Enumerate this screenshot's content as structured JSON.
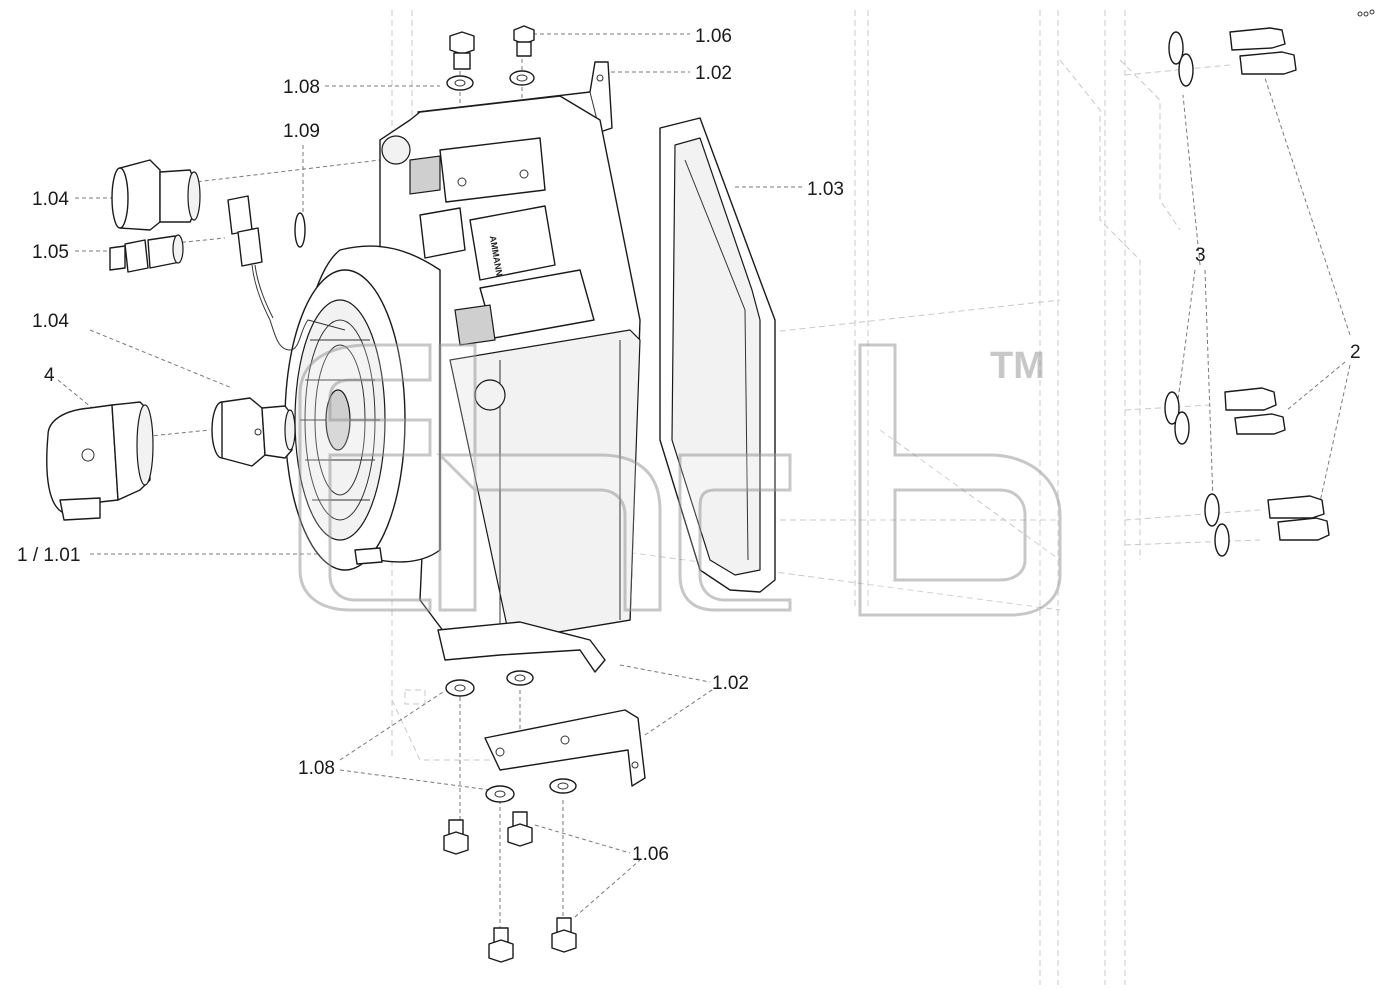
{
  "watermark": {
    "tm": "TM"
  },
  "nameplate": {
    "brand": "AMMANN"
  },
  "callouts": [
    {
      "id": "1.06-top",
      "text": "1.06"
    },
    {
      "id": "1.02-top",
      "text": "1.02"
    },
    {
      "id": "1.08-top",
      "text": "1.08"
    },
    {
      "id": "1.09",
      "text": "1.09"
    },
    {
      "id": "1.03",
      "text": "1.03"
    },
    {
      "id": "1.04-top",
      "text": "1.04"
    },
    {
      "id": "1.05",
      "text": "1.05"
    },
    {
      "id": "3",
      "text": "3"
    },
    {
      "id": "1.04-mid",
      "text": "1.04"
    },
    {
      "id": "2",
      "text": "2"
    },
    {
      "id": "4",
      "text": "4"
    },
    {
      "id": "1-1.01",
      "text": "1 / 1.01"
    },
    {
      "id": "1.02-bottom",
      "text": "1.02"
    },
    {
      "id": "1.08-bottom",
      "text": "1.08"
    },
    {
      "id": "1.06-bottom",
      "text": "1.06"
    }
  ],
  "colors": {
    "line": "#1a1a1a",
    "leader": "#7a7a7a",
    "watermark": "#9a9a9a"
  }
}
